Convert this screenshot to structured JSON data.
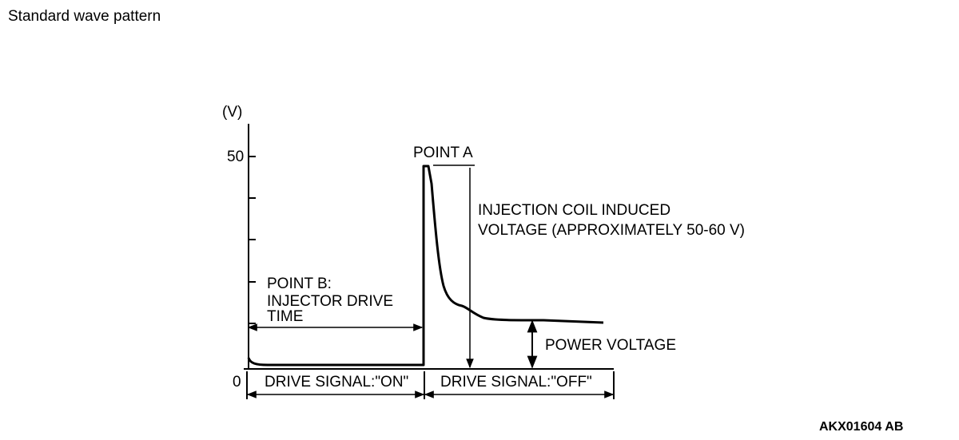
{
  "page_title": "Standard wave pattern",
  "diagram": {
    "y_unit": "(V)",
    "y_tick_50": "50",
    "y_tick_0": "0",
    "point_a": "POINT A",
    "point_b_lines": [
      "POINT B:",
      "INJECTOR DRIVE",
      "TIME"
    ],
    "induced_lines": [
      "INJECTION COIL INDUCED",
      "VOLTAGE (APPROXIMATELY 50-60 V)"
    ],
    "power_voltage": "POWER VOLTAGE",
    "drive_on": "DRIVE SIGNAL:\"ON\"",
    "drive_off": "DRIVE SIGNAL:\"OFF\"",
    "figure_code": "AKX01604",
    "figure_suffix": "AB"
  }
}
